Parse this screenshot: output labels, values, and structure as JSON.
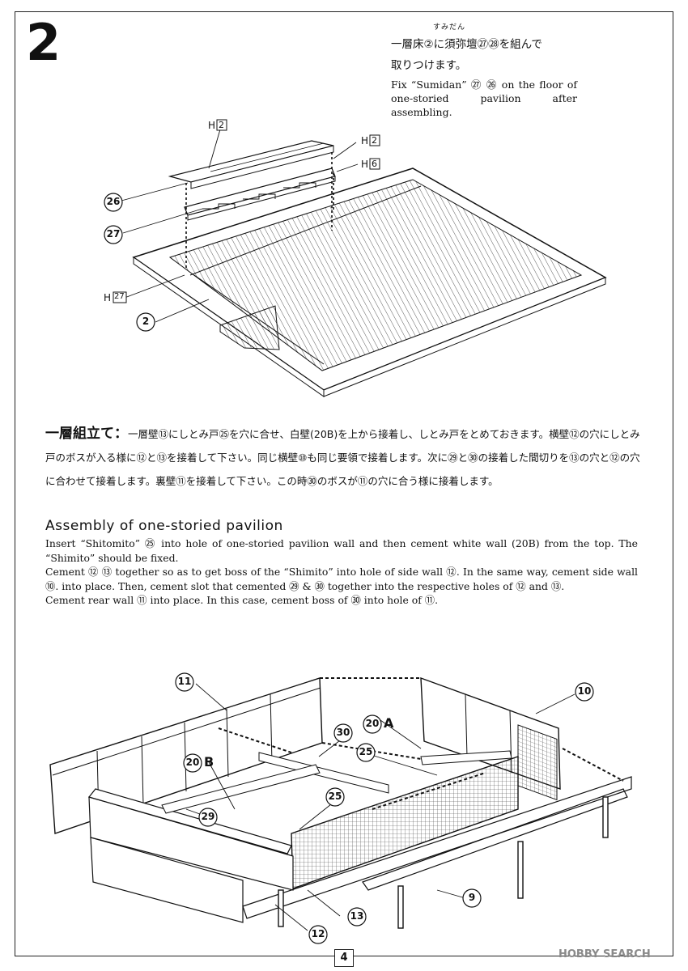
{
  "step_number": "2",
  "top_instruction": {
    "ruby": "すみだん",
    "jp_line1": "一層床②に須弥壇㉗㉘を組んで",
    "jp_line2": "取りつけます。",
    "en": "Fix “Sumidan” ㉗ ㉖ on the floor of one-storied pavilion after assembling."
  },
  "diagram_top_labels": {
    "h2_a": "H",
    "h2_a_num": "2",
    "h2_b": "H",
    "h2_b_num": "2",
    "h6": "H",
    "h6_num": "6",
    "h27": "H",
    "h27_num": "27",
    "c26": "26",
    "c27": "27",
    "c2": "2"
  },
  "jp_section": {
    "heading": "一層組立て：",
    "text": "一層壁⑬にしとみ戸㉕を穴に合せ、白壁(20B)を上から接着し、しとみ戸をとめておきます。横壁⑫の穴にしとみ戸のボスが入る様に⑫と⑬を接着して下さい。同じ横壁⑩も同じ要領で接着します。次に㉙と㉚の接着した間切りを⑬の穴と⑫の穴に合わせて接着します。裏壁⑪を接着して下さい。この時㉚のボスが⑪の穴に合う様に接着します。"
  },
  "en_section": {
    "heading": "Assembly of one-storied pavilion",
    "p1": "Insert “Shitomito” ㉕ into hole of one-storied pavilion wall and then cement white wall (20B) from the top. The “Shimito” should be fixed.",
    "p2": "Cement ⑫ ⑬ together so as to get boss of the “Shimito” into hole of side wall ⑫.  In the same way, cement side wall ⑩. into place. Then, cement slot that cemented ㉙ & ㉚ together into the respective holes of ⑫ and ⑬.",
    "p3": "Cement rear wall ⑪ into place. In this case, cement boss of ㉚ into hole of ⑪."
  },
  "diagram_bottom_labels": {
    "c11": "11",
    "c10": "10",
    "c30": "30",
    "c20a": "20",
    "c20a_suffix": "A",
    "c25a": "25",
    "c20b": "20",
    "c20b_suffix": "B",
    "c25b": "25",
    "c29": "29",
    "c9": "9",
    "c13": "13",
    "c12": "12"
  },
  "page_number": "4",
  "watermark": "HOBBY SEARCH"
}
